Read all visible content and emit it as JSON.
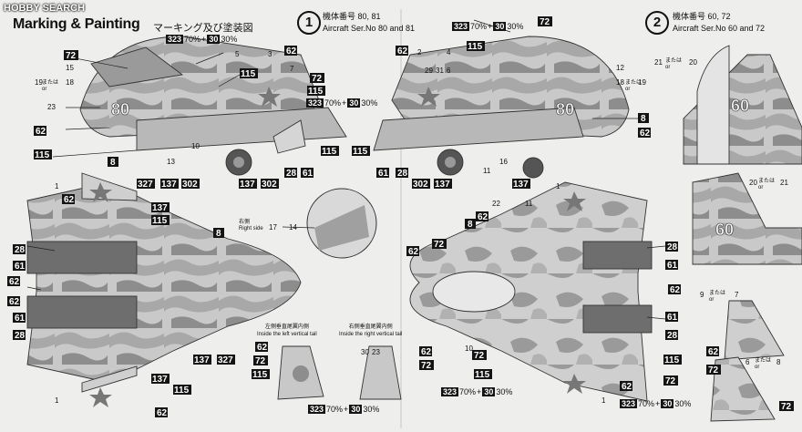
{
  "header": {
    "brand": "HOBBY SEARCH",
    "title": "Marking & Painting",
    "subtitle": "マーキング及び塗装図"
  },
  "schemes": [
    {
      "number": "1",
      "serial_jp": "機体番号 80, 81",
      "serial_en": "Aircraft Ser.No 80 and 81"
    },
    {
      "number": "2",
      "serial_jp": "機体番号 60, 72",
      "serial_en": "Aircraft Ser.No 60 and 72"
    }
  ],
  "color_mix": {
    "a": "323",
    "a_pct": "70%",
    "plus": "+",
    "b": "30",
    "b_pct": "30%"
  },
  "captions": {
    "left_tail_jp": "左側垂直尾翼内側",
    "left_tail_en": "Inside the left vertical tail",
    "right_tail_jp": "右側垂直尾翼内側",
    "right_tail_en": "Inside the right vertical tail",
    "right_side_jp": "右側",
    "right_side_en": "Right side",
    "or_jp": "または",
    "or_en": "or"
  },
  "tail_numbers": [
    "80",
    "80",
    "60",
    "60"
  ],
  "colors": {
    "paper": "#eeeeec",
    "camo_light": "#c9c9c9",
    "camo_mid": "#a9a9a9",
    "camo_dark": "#8a8a8a",
    "tag": "#141414"
  },
  "tags": [
    {
      "text": "72"
    },
    {
      "text": "115"
    },
    {
      "text": "62"
    },
    {
      "text": "8"
    },
    {
      "text": "137"
    },
    {
      "text": "28"
    },
    {
      "text": "61"
    },
    {
      "text": "302"
    },
    {
      "text": "327"
    },
    {
      "text": "323"
    }
  ],
  "num_labels": [
    "1",
    "2",
    "3",
    "4",
    "5",
    "6",
    "7",
    "8",
    "9",
    "10",
    "11",
    "12",
    "13",
    "14",
    "15",
    "16",
    "17",
    "18",
    "19",
    "20",
    "21",
    "22",
    "23",
    "29",
    "30",
    "31"
  ]
}
